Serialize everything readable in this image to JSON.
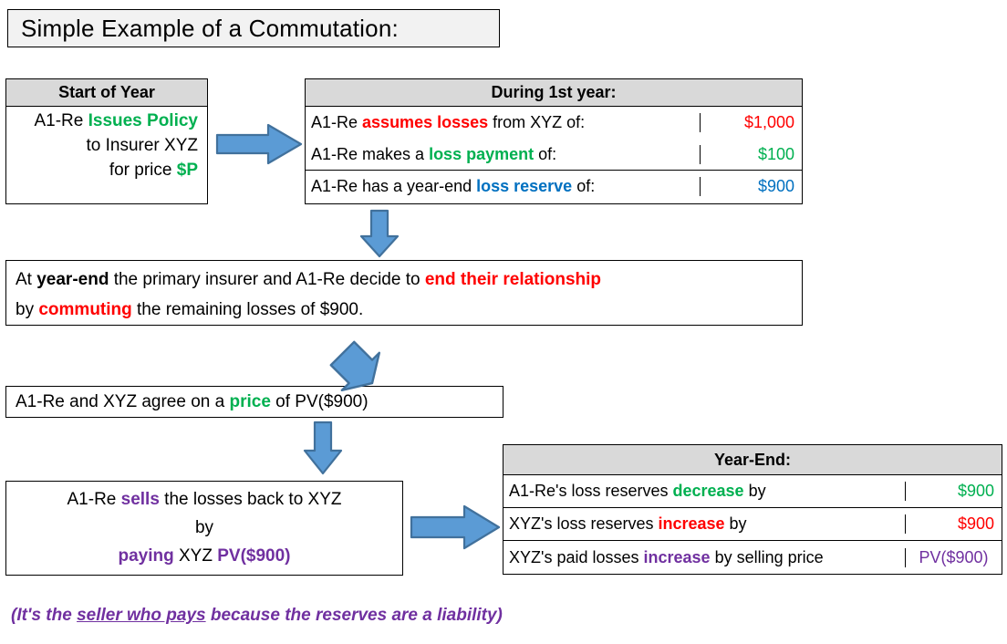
{
  "title": "Simple Example of a Commutation:",
  "start_of_year": {
    "header": "Start of Year",
    "line1_a": "A1-Re ",
    "line1_b": "Issues Policy",
    "line2": "to Insurer XYZ",
    "line3_a": "for price ",
    "line3_b": "$P"
  },
  "during_first_year": {
    "header": "During 1st year:",
    "rows": [
      {
        "pre": "A1-Re ",
        "key": "assumes losses",
        "post": " from XYZ of:",
        "value": "$1,000",
        "color": "red"
      },
      {
        "pre": "A1-Re makes a ",
        "key": "loss payment",
        "post": " of:",
        "value": "$100",
        "color": "green"
      },
      {
        "pre": "A1-Re has a year-end ",
        "key": "loss reserve",
        "post": " of:",
        "value": "$900",
        "color": "blue"
      }
    ]
  },
  "statement": {
    "l1_a": "At ",
    "l1_b": "year-end",
    "l1_c": " the primary insurer and A1-Re decide to ",
    "l1_d": "end their relationship",
    "l2_a": "by ",
    "l2_b": "commuting",
    "l2_c": " the remaining losses of $900."
  },
  "price": {
    "a": "A1-Re and XYZ agree on a ",
    "b": "price",
    "c": " of PV($900)"
  },
  "sells": {
    "l1_a": "A1-Re ",
    "l1_b": "sells",
    "l1_c": " the losses back to XYZ",
    "l2": "by",
    "l3_a": "paying",
    "l3_b": " XYZ ",
    "l3_c": "PV($900)"
  },
  "year_end": {
    "header": "Year-End:",
    "rows": [
      {
        "pre": "A1-Re's loss reserves ",
        "key": "decrease",
        "post": " by",
        "value": "$900",
        "color": "green"
      },
      {
        "pre": "XYZ's loss reserves ",
        "key": "increase",
        "post": " by",
        "value": "$900",
        "color": "red"
      },
      {
        "pre": "XYZ's paid losses ",
        "key": "increase",
        "post": " by selling price",
        "value": "PV($900)",
        "color": "purple"
      }
    ]
  },
  "footer": {
    "a": "(It's the ",
    "b": "seller who pays",
    "c": "  because the reserves are a liability)"
  },
  "colors": {
    "red": "#FF0000",
    "green": "#00B050",
    "blue": "#0070C0",
    "purple": "#7030A0",
    "arrow_fill": "#5B9BD5",
    "arrow_stroke": "#41719C",
    "header_gray": "#D9D9D9",
    "title_gray": "#F2F2F2"
  },
  "arrows": [
    {
      "name": "arrow-start-to-during",
      "direction": "right"
    },
    {
      "name": "arrow-during-to-statement",
      "direction": "down"
    },
    {
      "name": "arrow-statement-to-price",
      "direction": "down-left"
    },
    {
      "name": "arrow-price-to-sells",
      "direction": "down"
    },
    {
      "name": "arrow-sells-to-yearend",
      "direction": "right"
    }
  ]
}
